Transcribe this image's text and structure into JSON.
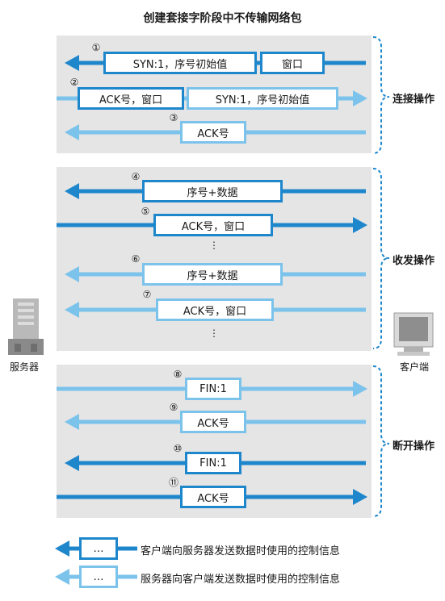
{
  "title": "创建套接字阶段中不传输网络包",
  "colors": {
    "client_to_server": "#1e87cc",
    "server_to_client": "#7cc3ec",
    "panel": "#e5e5e5"
  },
  "phases": [
    {
      "label": "连接操作"
    },
    {
      "label": "收发操作"
    },
    {
      "label": "断开操作"
    }
  ],
  "steps": [
    {
      "num": "①",
      "packets": [
        "SYN:1，序号初始值",
        "窗口"
      ]
    },
    {
      "num": "②",
      "packets": [
        "ACK号，窗口",
        "SYN:1，序号初始值"
      ]
    },
    {
      "num": "③",
      "packets": [
        "ACK号"
      ]
    },
    {
      "num": "④",
      "packets": [
        "序号+数据"
      ]
    },
    {
      "num": "⑤",
      "packets": [
        "ACK号，窗口"
      ]
    },
    {
      "num": "⑥",
      "packets": [
        "序号+数据"
      ]
    },
    {
      "num": "⑦",
      "packets": [
        "ACK号，窗口"
      ]
    },
    {
      "num": "⑧",
      "packets": [
        "FIN:1"
      ]
    },
    {
      "num": "⑨",
      "packets": [
        "ACK号"
      ]
    },
    {
      "num": "⑩",
      "packets": [
        "FIN:1"
      ]
    },
    {
      "num": "⑪",
      "packets": [
        "ACK号"
      ]
    }
  ],
  "ellipsis": "⋮",
  "server_label": "服务器",
  "client_label": "客户端",
  "legend": [
    {
      "box": "…",
      "text": "客户端向服务器发送数据时使用的控制信息"
    },
    {
      "box": "…",
      "text": "服务器向客户端发送数据时使用的控制信息"
    }
  ]
}
